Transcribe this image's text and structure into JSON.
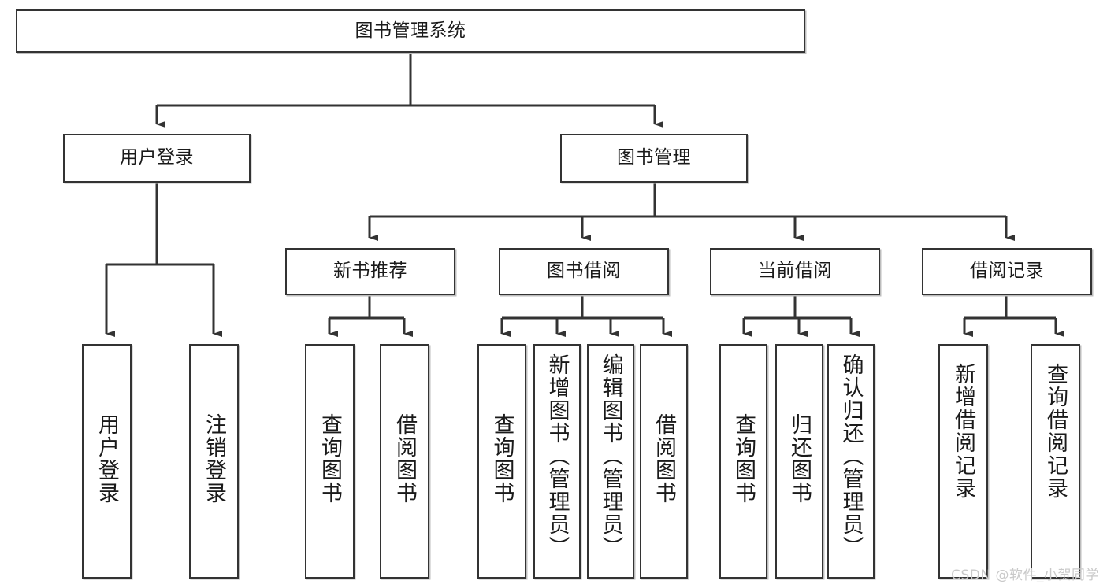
{
  "diagram": {
    "type": "tree-hierarchy",
    "title": "图书管理系统",
    "watermark": "CSDN @软件_小贺同学",
    "colors": {
      "box_border": "#333333",
      "box_fill": "#ffffff",
      "edge": "#333333",
      "text": "#1a1a1a",
      "watermark": "#c9c9c9",
      "shadow": "#bdbdbd"
    },
    "levels": {
      "root": [
        "图书管理系统"
      ],
      "level1": [
        "用户登录",
        "图书管理"
      ],
      "level2": [
        "新书推荐",
        "图书借阅",
        "当前借阅",
        "借阅记录"
      ],
      "level3": [
        "用户登录",
        "注销登录",
        "查询图书",
        "借阅图书",
        "查询图书",
        "新增图书（管理员）",
        "编辑图书（管理员）",
        "借阅图书",
        "查询图书",
        "归还图书",
        "确认归还（管理员）",
        "新增借阅记录",
        "查询借阅记录"
      ]
    },
    "nodes": {
      "root": {
        "label": "图书管理系统"
      },
      "user_login": {
        "label": "用户登录"
      },
      "book_manage": {
        "label": "图书管理"
      },
      "new_book_rec": {
        "label": "新书推荐"
      },
      "book_borrow": {
        "label": "图书借阅"
      },
      "current_borrow": {
        "label": "当前借阅"
      },
      "borrow_record": {
        "label": "借阅记录"
      },
      "leaf_user_login": {
        "label": "用户登录"
      },
      "leaf_logout": {
        "label": "注销登录"
      },
      "leaf_query_book_a": {
        "label": "查询图书"
      },
      "leaf_borrow_book_a": {
        "label": "借阅图书"
      },
      "leaf_query_book_b": {
        "label": "查询图书"
      },
      "leaf_add_book": {
        "label": "新增图书（管理员）"
      },
      "leaf_edit_book": {
        "label": "编辑图书（管理员）"
      },
      "leaf_borrow_book_b": {
        "label": "借阅图书"
      },
      "leaf_query_book_c": {
        "label": "查询图书"
      },
      "leaf_return_book": {
        "label": "归还图书"
      },
      "leaf_confirm_return": {
        "label": "确认归还（管理员）"
      },
      "leaf_add_record": {
        "label": "新增借阅记录"
      },
      "leaf_query_record": {
        "label": "查询借阅记录"
      }
    },
    "edges": [
      {
        "from": "root",
        "to": "user_login"
      },
      {
        "from": "root",
        "to": "book_manage"
      },
      {
        "from": "user_login",
        "to": "leaf_user_login"
      },
      {
        "from": "user_login",
        "to": "leaf_logout"
      },
      {
        "from": "book_manage",
        "to": "new_book_rec"
      },
      {
        "from": "book_manage",
        "to": "book_borrow"
      },
      {
        "from": "book_manage",
        "to": "current_borrow"
      },
      {
        "from": "book_manage",
        "to": "borrow_record"
      },
      {
        "from": "new_book_rec",
        "to": "leaf_query_book_a"
      },
      {
        "from": "new_book_rec",
        "to": "leaf_borrow_book_a"
      },
      {
        "from": "book_borrow",
        "to": "leaf_query_book_b"
      },
      {
        "from": "book_borrow",
        "to": "leaf_add_book"
      },
      {
        "from": "book_borrow",
        "to": "leaf_edit_book"
      },
      {
        "from": "book_borrow",
        "to": "leaf_borrow_book_b"
      },
      {
        "from": "current_borrow",
        "to": "leaf_query_book_c"
      },
      {
        "from": "current_borrow",
        "to": "leaf_return_book"
      },
      {
        "from": "current_borrow",
        "to": "leaf_confirm_return"
      },
      {
        "from": "borrow_record",
        "to": "leaf_add_record"
      },
      {
        "from": "borrow_record",
        "to": "leaf_query_record"
      }
    ]
  }
}
